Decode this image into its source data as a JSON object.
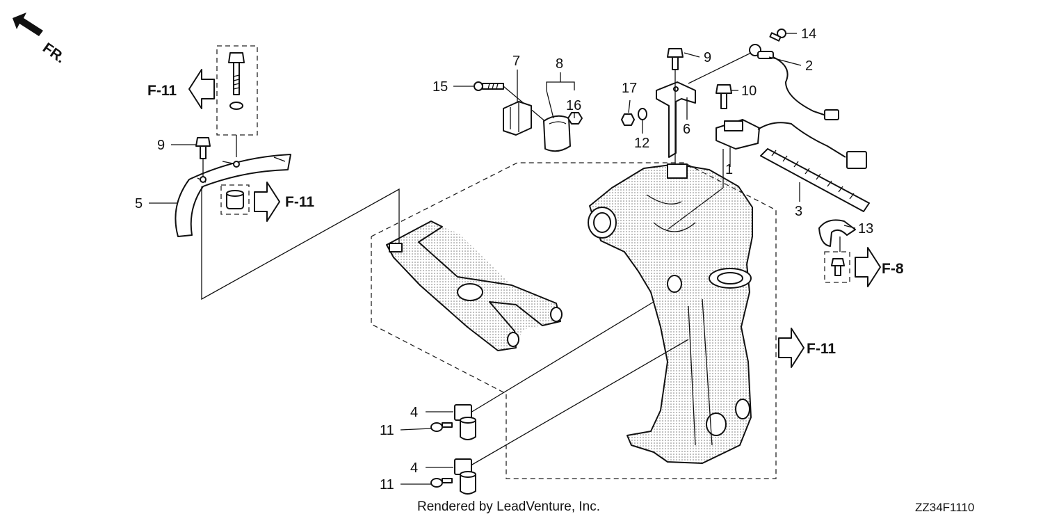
{
  "orientation": {
    "label": "FR."
  },
  "references": {
    "f11_top": "F-11",
    "f11_mid": "F-11",
    "f11_right": "F-11",
    "f8": "F-8"
  },
  "callouts": {
    "c1": "1",
    "c2": "2",
    "c3": "3",
    "c4a": "4",
    "c4b": "4",
    "c5": "5",
    "c6": "6",
    "c7": "7",
    "c8": "8",
    "c9a": "9",
    "c9b": "9",
    "c10": "10",
    "c11a": "11",
    "c11b": "11",
    "c12": "12",
    "c13": "13",
    "c14": "14",
    "c15": "15",
    "c16": "16",
    "c17": "17"
  },
  "footer": {
    "credit": "Rendered by LeadVenture, Inc.",
    "code": "ZZ34F1110"
  }
}
